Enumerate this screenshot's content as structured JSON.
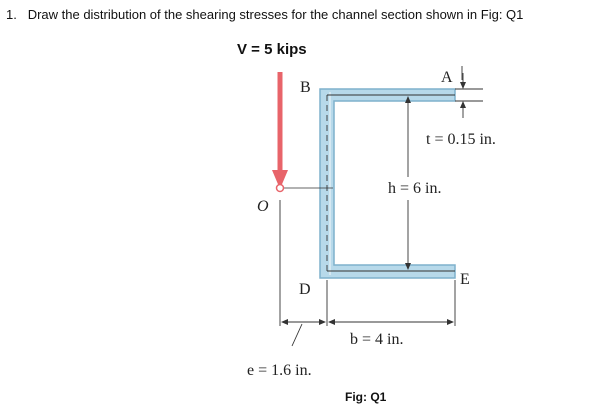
{
  "question": {
    "number": "1.",
    "text": "Draw the distribution of the shearing stresses for the channel section shown in Fig: Q1"
  },
  "load": {
    "label": "V = 5 kips"
  },
  "figure": {
    "point_a": "A",
    "point_b": "B",
    "point_d": "D",
    "point_e": "E",
    "point_o": "O",
    "thickness": "t = 0.15 in.",
    "height": "h = 6 in.",
    "width": "b = 4 in.",
    "eccentricity": "e = 1.6 in.",
    "caption": "Fig: Q1"
  },
  "colors": {
    "section_fill": "#b7d9ea",
    "section_edge": "#7fb1cc",
    "arrow": "#e8646a"
  }
}
